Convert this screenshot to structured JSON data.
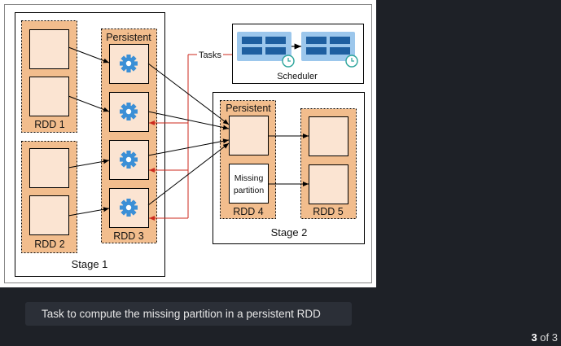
{
  "diagram": {
    "stage1_label": "Stage 1",
    "stage2_label": "Stage 2",
    "persistent_label": "Persistent",
    "rdd1_label": "RDD 1",
    "rdd2_label": "RDD 2",
    "rdd3_label": "RDD 3",
    "rdd4_label": "RDD 4",
    "rdd5_label": "RDD 5",
    "persistent_label_2": "Persistent",
    "tasks_label": "Tasks",
    "scheduler_label": "Scheduler",
    "missing_line1": "Missing",
    "missing_line2": "partition",
    "colors": {
      "rdd_fill": "#f2bd8d",
      "partition_fill": "#fbe4d2",
      "gear": "#3b8fd6",
      "task_arrow": "#cc2a1e",
      "scheduler_block": "#1e5fa0"
    }
  },
  "caption": "Task to compute the missing partition in a persistent RDD",
  "pager": {
    "current": "3",
    "sep": "of",
    "total": "3"
  }
}
